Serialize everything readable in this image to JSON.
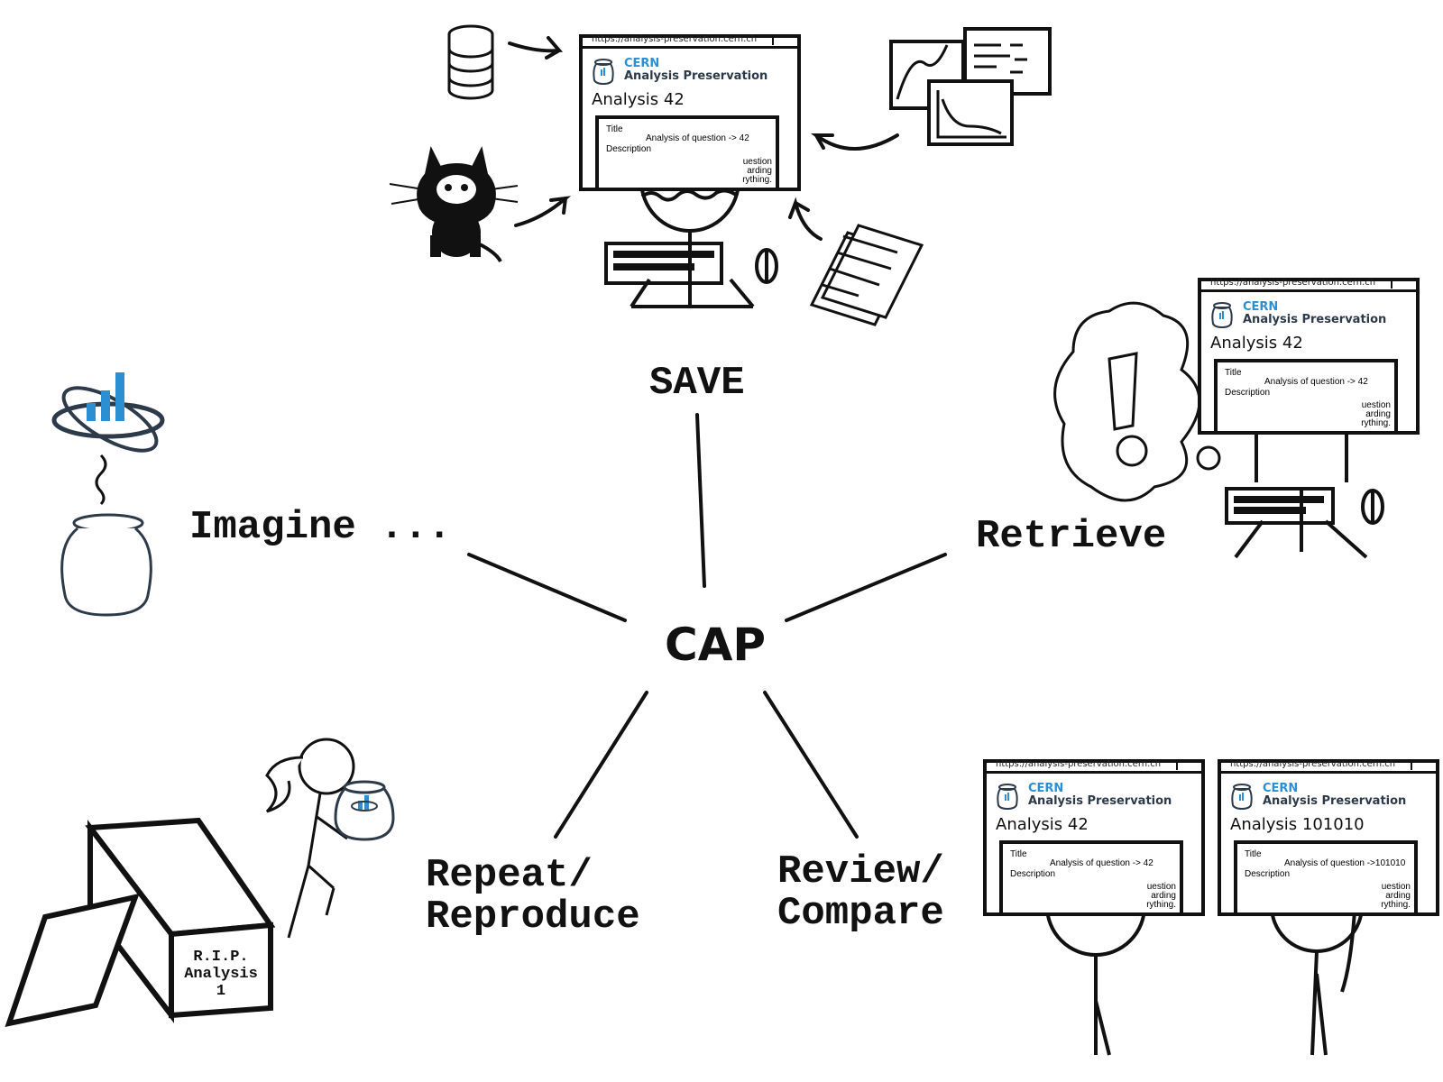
{
  "center_label": "CAP",
  "branches": {
    "save": "SAVE",
    "imagine": "Imagine ...",
    "retrieve": "Retrieve",
    "repeat": "Repeat/\nReproduce",
    "review": "Review/\nCompare"
  },
  "tombstone": "R.I.P.\nAnalysis\n1",
  "windows": {
    "save": {
      "url": "https://analysis-preservation.cern.ch",
      "brand_top": "CERN",
      "brand_bottom": "Analysis Preservation",
      "analysis_title": "Analysis 42",
      "field_title": "Title",
      "field_title_value": "Analysis of question -> 42",
      "field_description": "Description",
      "desc_line1": "uestion",
      "desc_line2": "arding",
      "desc_line3": "rything."
    },
    "retrieve": {
      "url": "https://analysis-preservation.cern.ch",
      "brand_top": "CERN",
      "brand_bottom": "Analysis Preservation",
      "analysis_title": "Analysis 42",
      "field_title": "Title",
      "field_title_value": "Analysis of question -> 42",
      "field_description": "Description",
      "desc_line1": "uestion",
      "desc_line2": "arding",
      "desc_line3": "rything."
    },
    "compare_left": {
      "url": "https://analysis-preservation.cern.ch",
      "brand_top": "CERN",
      "brand_bottom": "Analysis Preservation",
      "analysis_title": "Analysis 42",
      "field_title": "Title",
      "field_title_value": "Analysis of question -> 42",
      "field_description": "Description",
      "desc_line1": "uestion",
      "desc_line2": "arding",
      "desc_line3": "rything."
    },
    "compare_right": {
      "url": "https://analysis-preservation.cern.ch",
      "brand_top": "CERN",
      "brand_bottom": "Analysis Preservation",
      "analysis_title": "Analysis 101010",
      "field_title": "Title",
      "field_title_value": "Analysis of question ->101010",
      "field_description": "Description",
      "desc_line1": "uestion",
      "desc_line2": "arding",
      "desc_line3": "rything."
    }
  },
  "colors": {
    "ink": "#111111",
    "cern_blue": "#2b8fd1",
    "cern_dark": "#2d3a4a"
  }
}
